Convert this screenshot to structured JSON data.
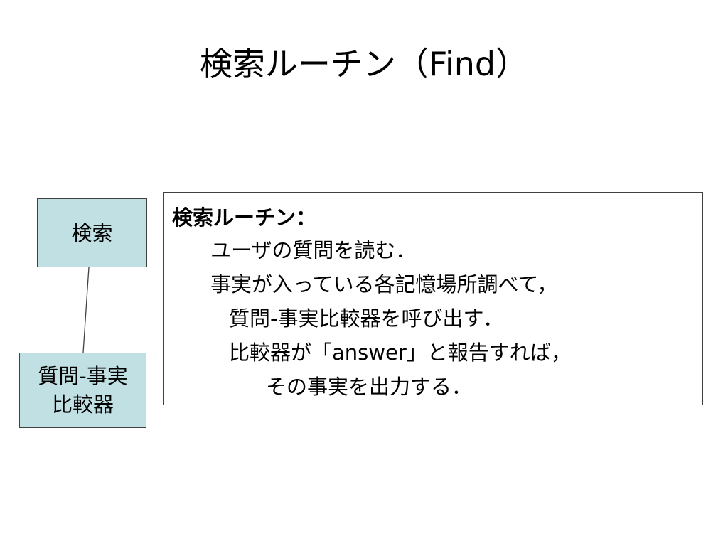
{
  "slide": {
    "title": "検索ルーチン（Find）"
  },
  "diagram": {
    "nodes": [
      {
        "id": "search",
        "lines": [
          "検索"
        ]
      },
      {
        "id": "comparator",
        "lines": [
          "質問-事実",
          "比較器"
        ]
      }
    ],
    "edges": [
      {
        "from": "search",
        "to": "comparator"
      }
    ]
  },
  "description": {
    "heading": "検索ルーチン：",
    "lines": [
      "ユーザの質問を読む．",
      "事実が入っている各記憶場所調べて，",
      "質問-事実比較器を呼び出す．",
      "比較器が「answer」と報告すれば，",
      "その事実を出力する．"
    ]
  },
  "colors": {
    "node_fill": "#c0e0e4",
    "border": "#404040"
  }
}
